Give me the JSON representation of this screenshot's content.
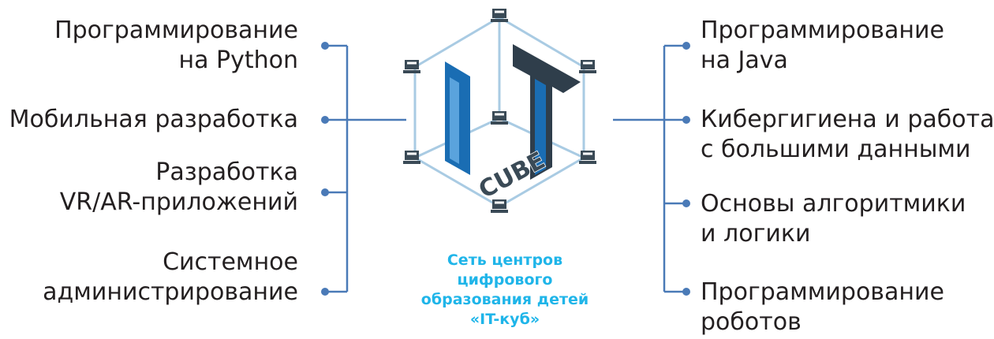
{
  "left_topics": [
    {
      "lines": [
        "Программирование",
        "на Python"
      ]
    },
    {
      "lines": [
        "Мобильная разработка"
      ]
    },
    {
      "lines": [
        "Разработка",
        "VR/AR-приложений"
      ]
    },
    {
      "lines": [
        "Системное",
        "администрирование"
      ]
    }
  ],
  "right_topics": [
    {
      "lines": [
        "Программирование",
        "на Java"
      ]
    },
    {
      "lines": [
        "Кибергигиена и работа",
        "с большими данными"
      ]
    },
    {
      "lines": [
        "Основы алгоритмики",
        "и логики"
      ]
    },
    {
      "lines": [
        "Программирование",
        "роботов"
      ]
    }
  ],
  "logo": {
    "cube_text": "CUBE",
    "caption_lines": [
      "Сеть центров",
      "цифрового",
      "образования детей",
      "«IT-куб»"
    ]
  },
  "colors": {
    "connector": "#4a7ab7",
    "cube_edge": "#a9cbe3",
    "letter_blue": "#1a6db3",
    "letter_dark": "#2f3e4b",
    "caption": "#1fb5e9"
  }
}
